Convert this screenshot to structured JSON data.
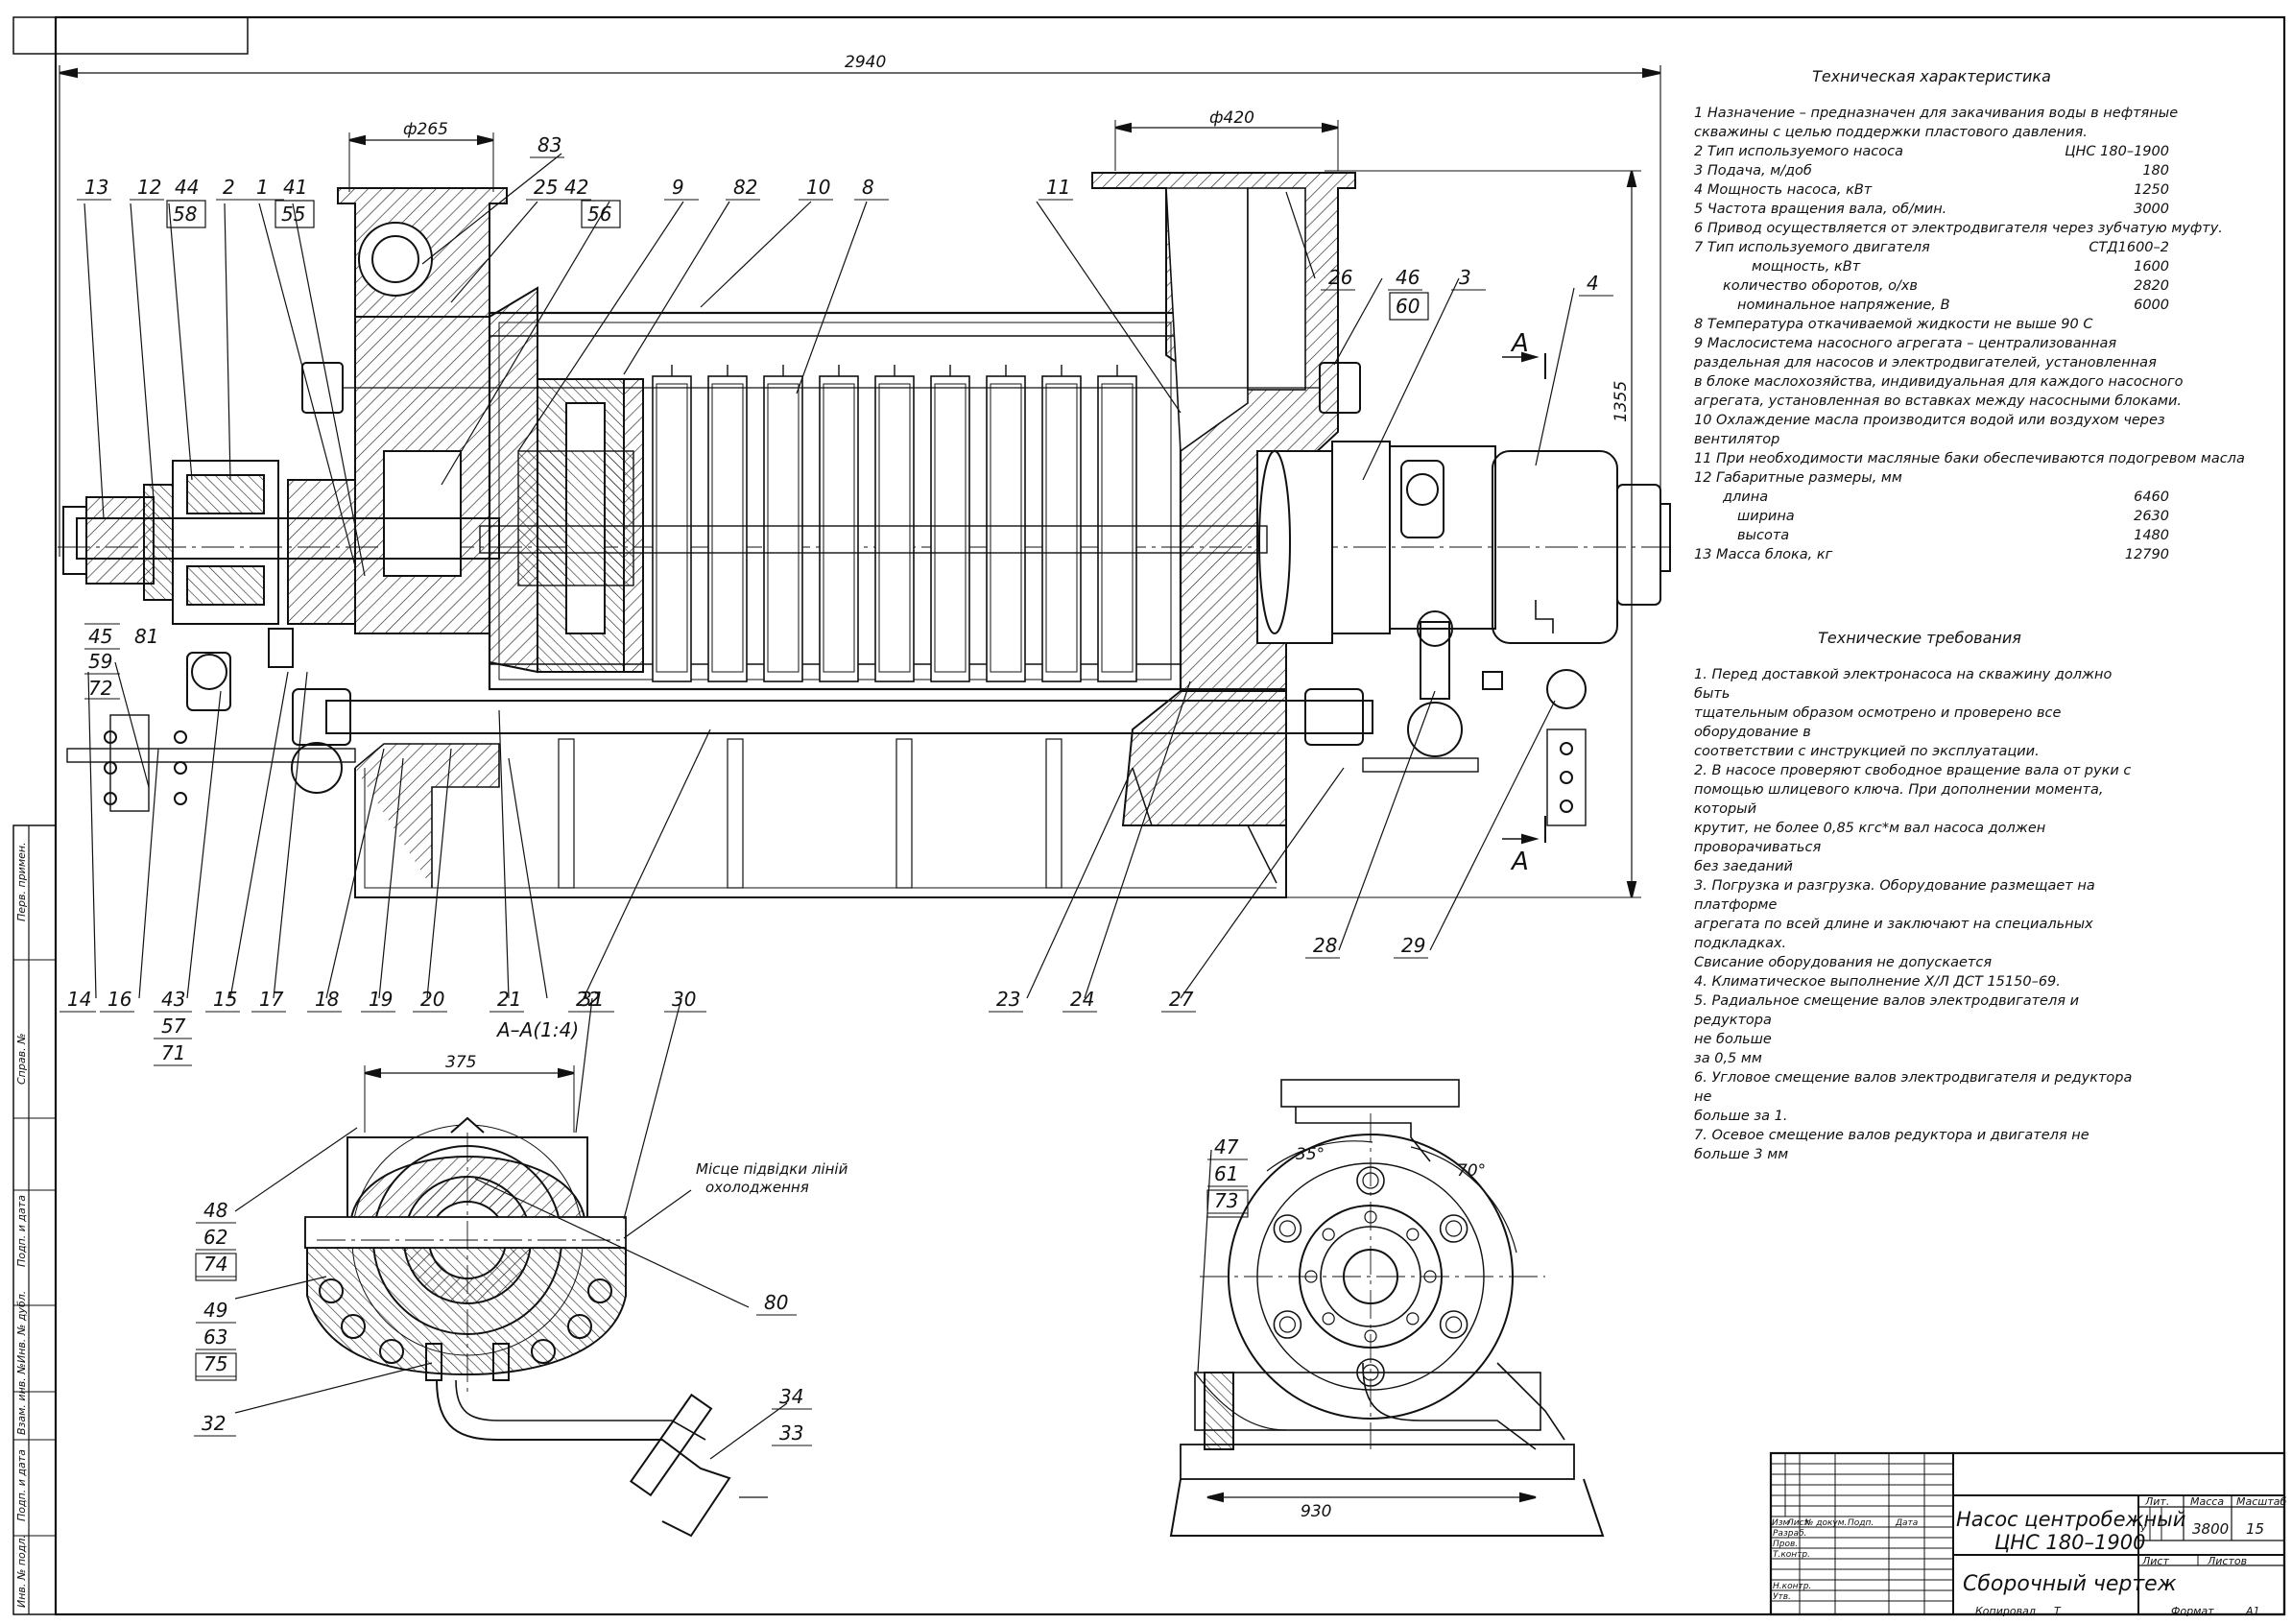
{
  "dimensions": {
    "overall_length": "2940",
    "inlet_diameter": "ф265",
    "outlet_diameter": "ф420",
    "height": "1355",
    "bolt_span": "375",
    "support_width": "930",
    "angle_1": "35°",
    "angle_2": "70°"
  },
  "section_marks": {
    "letter": "A",
    "section_title": "A–A(1:4)"
  },
  "callouts_main_top": [
    "13",
    "12",
    "44",
    "2",
    "1",
    "41",
    "83",
    "25",
    "42",
    "9",
    "82",
    "10",
    "8",
    "11",
    "26",
    "46",
    "3",
    "4"
  ],
  "callouts_main_top_boxed": [
    "58",
    "55",
    "56",
    "60"
  ],
  "callouts_main_left": [
    "45",
    "59",
    "72",
    "81"
  ],
  "callouts_main_bottom": [
    "14",
    "16",
    "43",
    "57",
    "71",
    "15",
    "17",
    "18",
    "19",
    "20",
    "21",
    "22",
    "23",
    "24",
    "27",
    "28",
    "29"
  ],
  "callouts_section_view": [
    "31",
    "30",
    "48",
    "62",
    "74",
    "49",
    "63",
    "75",
    "32",
    "80",
    "34",
    "33"
  ],
  "callouts_end_view": [
    "47",
    "61",
    "73"
  ],
  "cooling_note": [
    "Місце підвідки ліній",
    "охолодження"
  ],
  "tech_spec": {
    "heading": "Техническая характеристика",
    "lines": [
      {
        "k": "1 Назначение – предназначен для закачивания воды в нефтяные",
        "v": ""
      },
      {
        "k": "скважины с целью поддержки пластового давления.",
        "v": ""
      },
      {
        "k": "2 Тип используемого насоса",
        "v": "ЦНС 180–1900"
      },
      {
        "k": "3 Подача, м/доб",
        "v": "180"
      },
      {
        "k": "4 Мощность насоса, кВт",
        "v": "1250"
      },
      {
        "k": "5 Частота вращения вала, об/мин.",
        "v": "3000"
      },
      {
        "k": "6 Привод осуществляется от электродвигателя через зубчатую муфту.",
        "v": ""
      },
      {
        "k": "7 Тип используемого двигателя",
        "v": "СТД1600–2"
      },
      {
        "k": "мощность, кВт",
        "v": "1600",
        "cls": "sub"
      },
      {
        "k": "количество оборотов, о/хв",
        "v": "2820",
        "cls": "sub2"
      },
      {
        "k": "номинальное напряжение, В",
        "v": "6000",
        "cls": "sub3"
      },
      {
        "k": "8 Температура откачиваемой жидкости не выше 90 С",
        "v": ""
      },
      {
        "k": "9 Маслосистема насосного агрегата – централизованная",
        "v": ""
      },
      {
        "k": "раздельная для насосов и электродвигателей, установленная",
        "v": ""
      },
      {
        "k": "в блоке маслохозяйства, индивидуальная для каждого насосного",
        "v": ""
      },
      {
        "k": "агрегата, установленная во вставках между насосными блоками.",
        "v": ""
      },
      {
        "k": "10 Охлаждение масла производится водой или воздухом через",
        "v": ""
      },
      {
        "k": "вентилятор",
        "v": ""
      },
      {
        "k": "11 При необходимости масляные баки обеспечиваются подогревом масла",
        "v": ""
      },
      {
        "k": "12 Габаритные размеры, мм",
        "v": ""
      },
      {
        "k": "длина",
        "v": "6460",
        "cls": "sub2"
      },
      {
        "k": "ширина",
        "v": "2630",
        "cls": "sub3"
      },
      {
        "k": "высота",
        "v": "1480",
        "cls": "sub3"
      },
      {
        "k": "13 Масса блока, кг",
        "v": "12790"
      }
    ]
  },
  "tech_req": {
    "heading": "Технические требования",
    "lines": [
      "1. Перед доставкой электронасоса на скважину должно быть",
      "тщательным образом осмотрено и проверено все оборудование в",
      "соответствии с инструкцией по эксплуатации.",
      "2. В насосе проверяют свободное вращение вала от руки с",
      "помощью шлицевого ключа. При дополнении момента, который",
      "крутит, не более 0,85 кгс*м вал насоса должен проворачиваться",
      "без заеданий",
      "3. Погрузка и разгрузка. Оборудование размещает на платформе",
      "агрегата по всей длине и заключают на специальных подкладках.",
      "Свисание оборудования не допускается",
      "4. Климатическое выполнение Х/Л ДСТ 15150–69.",
      "5. Радиальное смещение валов электродвигателя и редуктора",
      "не больше",
      "за 0,5 мм",
      "6. Угловое смещение валов электродвигателя и редуктора не",
      "больше за 1.",
      "7. Осевое смещение валов редуктора и двигателя не больше 3 мм"
    ]
  },
  "title_block": {
    "name_line1": "Насос центробежный",
    "name_line2": "ЦНС 180–1900",
    "doc_type": "Сборочный чертеж",
    "col_headers": [
      "Изм",
      "Лист",
      "№ докум.",
      "Подп.",
      "Дата"
    ],
    "row_labels": [
      "Разраб.",
      "Пров.",
      "Т.контр.",
      "",
      "Н.контр.",
      "Утв."
    ],
    "lit_label": "Лит.",
    "mass_label": "Масса",
    "scale_label": "Масштаб",
    "mass_value": "3800",
    "scale_value": "15",
    "sheet_label": "Лист",
    "sheets_label": "Листов",
    "lit_value": "У",
    "copied": "Копировал",
    "copied_mark": "Т",
    "format": "Формат",
    "format_value": "А1"
  },
  "side_strip": [
    "Перв. примен.",
    "Справ. №",
    "Подп. и дата",
    "Инв. № дубл.",
    "Взам. инв. №",
    "Подп. и дата",
    "Инв. № подл."
  ]
}
